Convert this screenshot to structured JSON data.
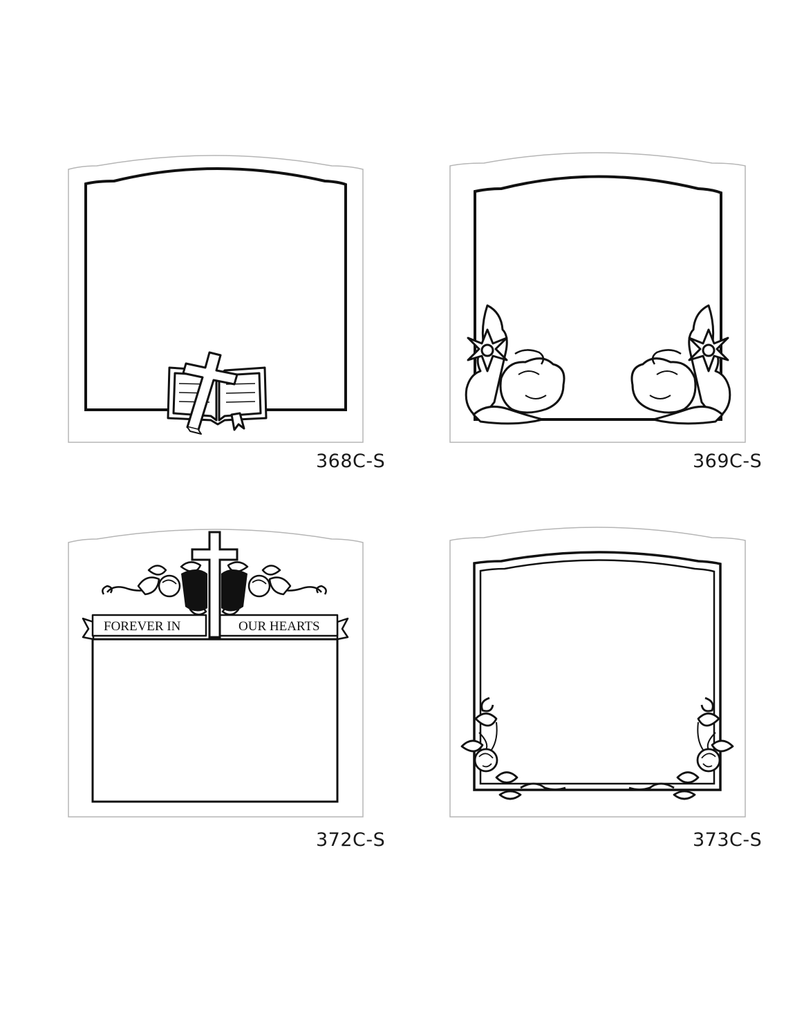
{
  "designs": [
    {
      "code": "368C-S",
      "motif": "bible-cross-icon"
    },
    {
      "code": "369C-S",
      "motif": "flower-corners-icon"
    },
    {
      "code": "372C-S",
      "motif": "cross-roses-icon",
      "banner_left": "FOREVER IN",
      "banner_right": "OUR HEARTS"
    },
    {
      "code": "373C-S",
      "motif": "rose-corners-icon"
    }
  ],
  "colors": {
    "outline": "#b5b5b5",
    "line": "#111111"
  }
}
